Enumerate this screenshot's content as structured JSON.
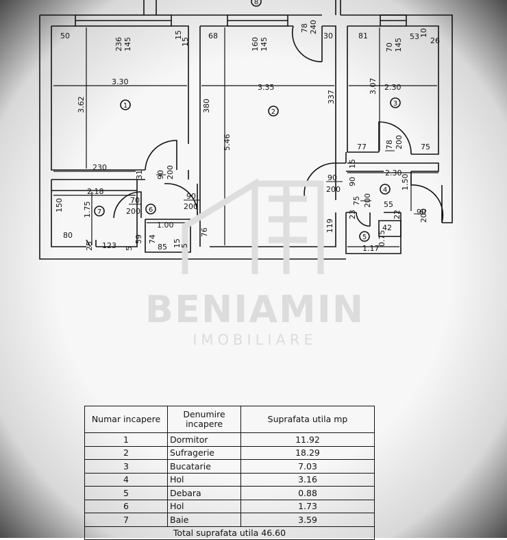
{
  "plan": {
    "corridor_number": "8",
    "room_numbers": [
      "1",
      "2",
      "3",
      "4",
      "5",
      "6",
      "7"
    ],
    "dimensions": {
      "r1_top_left": "50",
      "r1_window_a": "236",
      "r1_window_b": "145",
      "r1_wall_a": "15",
      "r1_wall_b": "15",
      "r1_width": "3.30",
      "r1_height": "3.62",
      "r1_bottom": "230",
      "r2_left": "68",
      "r2_window_a": "160",
      "r2_window_b": "145",
      "r2_door_a": "78",
      "r2_door_b": "240",
      "r2_right_top": "30",
      "r2_width": "3.35",
      "r2_left_h": "380",
      "r2_height": "5.46",
      "r2_right_h": "337",
      "r2_bottom_a": "119",
      "r2_bottom_b": "76",
      "r3_left": "81",
      "r3_window_a": "70",
      "r3_window_b": "145",
      "r3_right_a": "53",
      "r3_right_b": "10",
      "r3_right_c": "26",
      "r3_width": "2.30",
      "r3_height": "3.07",
      "r3_bottom_a": "77",
      "r3_door_a": "78",
      "r3_door_b": "200",
      "r3_bottom_b": "75",
      "door1_a": "90",
      "door1_b": "200",
      "door2_a": "90",
      "door2_b": "200",
      "door3_a": "90",
      "door3_b": "200",
      "r4_wall": "15",
      "r4_left_h": "90",
      "r4_width": "2.30",
      "r4_height": "1.50",
      "r4_door_a": "75",
      "r4_door_b": "200",
      "r4_small_a": "23",
      "r4_small_b": "55",
      "r4_small_c": "22",
      "r4_door2_a": "90",
      "r4_door2_b": "200",
      "r5_height": "0.75",
      "r5_side": "42",
      "r5_width": "1.17",
      "r6_door_a": "70",
      "r6_door_b": "200",
      "r6_width": "1.00",
      "r6_h": "74",
      "r6_59": "59",
      "r6_bot_a": "85",
      "r6_bot_b": "15",
      "r6_bot_c": "5",
      "r7_width": "2.18",
      "r7_right": "31",
      "r7_left": "150",
      "r7_height": "1.75",
      "r7_bot_a": "80",
      "r7_bot_b": "25",
      "r7_bot_c": "123",
      "r7_bot_d": "5"
    }
  },
  "watermark": {
    "brand": "BENIAMIN",
    "subtitle": "IMOBILIARE"
  },
  "table": {
    "headers": [
      "Numar incapere",
      "Denumire incapere",
      "Suprafata utila mp"
    ],
    "rows": [
      {
        "nr": "1",
        "name": "Dormitor",
        "area": "11.92"
      },
      {
        "nr": "2",
        "name": "Sufragerie",
        "area": "18.29"
      },
      {
        "nr": "3",
        "name": "Bucatarie",
        "area": "7.03"
      },
      {
        "nr": "4",
        "name": "Hol",
        "area": "3.16"
      },
      {
        "nr": "5",
        "name": "Debara",
        "area": "0.88"
      },
      {
        "nr": "6",
        "name": "Hol",
        "area": "1.73"
      },
      {
        "nr": "7",
        "name": "Baie",
        "area": "3.59"
      }
    ],
    "total_label": "Total suprafata utila",
    "total_value": "46.60"
  }
}
